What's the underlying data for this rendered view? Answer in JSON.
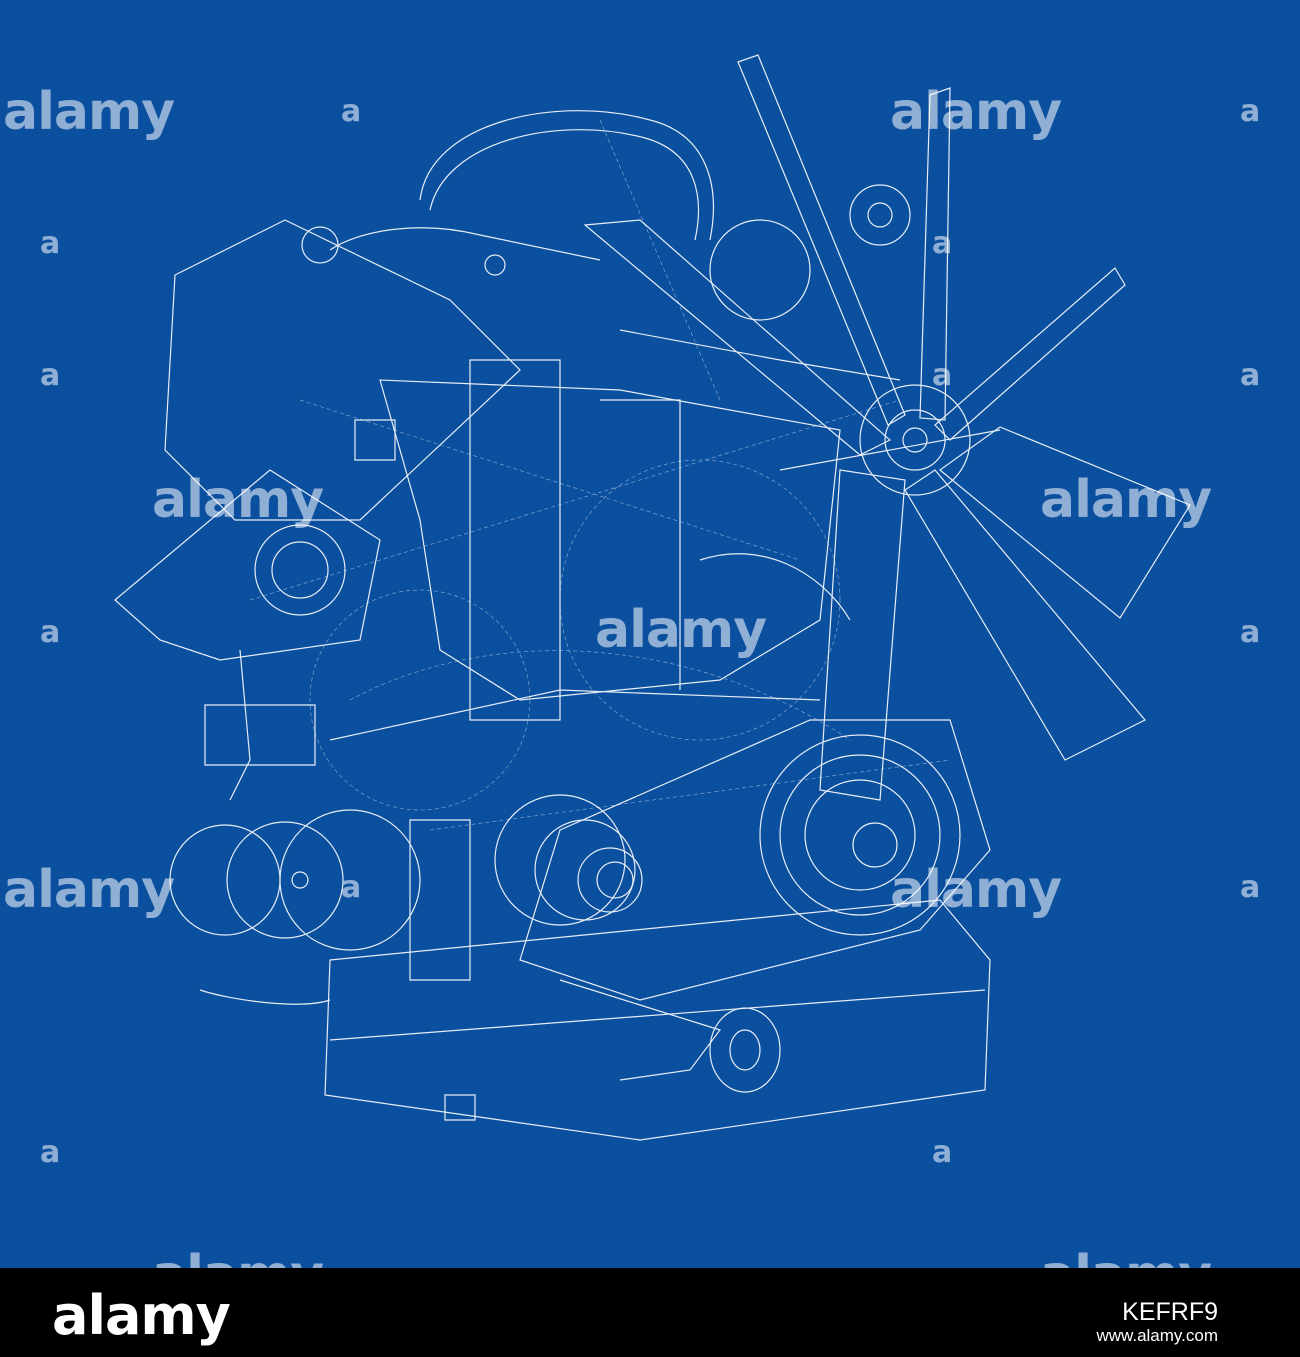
{
  "watermarks": {
    "word": "alamy",
    "letter": "a"
  },
  "footer": {
    "logo": "alamy",
    "image_code": "KEFRF9",
    "url": "www.alamy.com"
  },
  "colors": {
    "background": "#0b4f9f",
    "line": "#ffffff",
    "footer": "#000000"
  }
}
